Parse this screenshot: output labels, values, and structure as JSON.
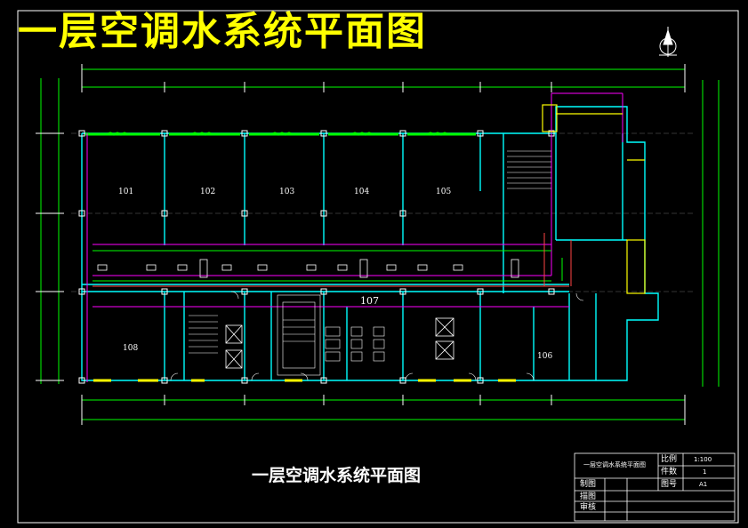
{
  "drawing": {
    "main_title": "一层空调水系统平面图",
    "sub_title": "一层空调水系统平面图"
  },
  "rooms": [
    {
      "id": "r101",
      "label": "101"
    },
    {
      "id": "r102",
      "label": "102"
    },
    {
      "id": "r103",
      "label": "103"
    },
    {
      "id": "r104",
      "label": "104"
    },
    {
      "id": "r105",
      "label": "105"
    },
    {
      "id": "r106",
      "label": "106"
    },
    {
      "id": "r107",
      "label": "107"
    },
    {
      "id": "r108",
      "label": "108"
    }
  ],
  "title_block": {
    "drawing_name": "一层空调水系统平面图",
    "scale_label": "比例",
    "scale_value": "1:100",
    "sheet_label": "件数",
    "sheet_value": "1",
    "size_label": "图号",
    "size_value": "A1",
    "drawn_label": "制图",
    "drawn_label2": "描图",
    "drawn_label3": "审核"
  },
  "colors": {
    "background": "#000000",
    "title": "#ffff00",
    "pipe_green": "#00ff00",
    "wall_cyan": "#00ffff",
    "duct_magenta": "#ff00ff",
    "dim_white": "#ffffff",
    "window_yellow": "#ffff00"
  },
  "icons": [
    "north-arrow-icon"
  ]
}
